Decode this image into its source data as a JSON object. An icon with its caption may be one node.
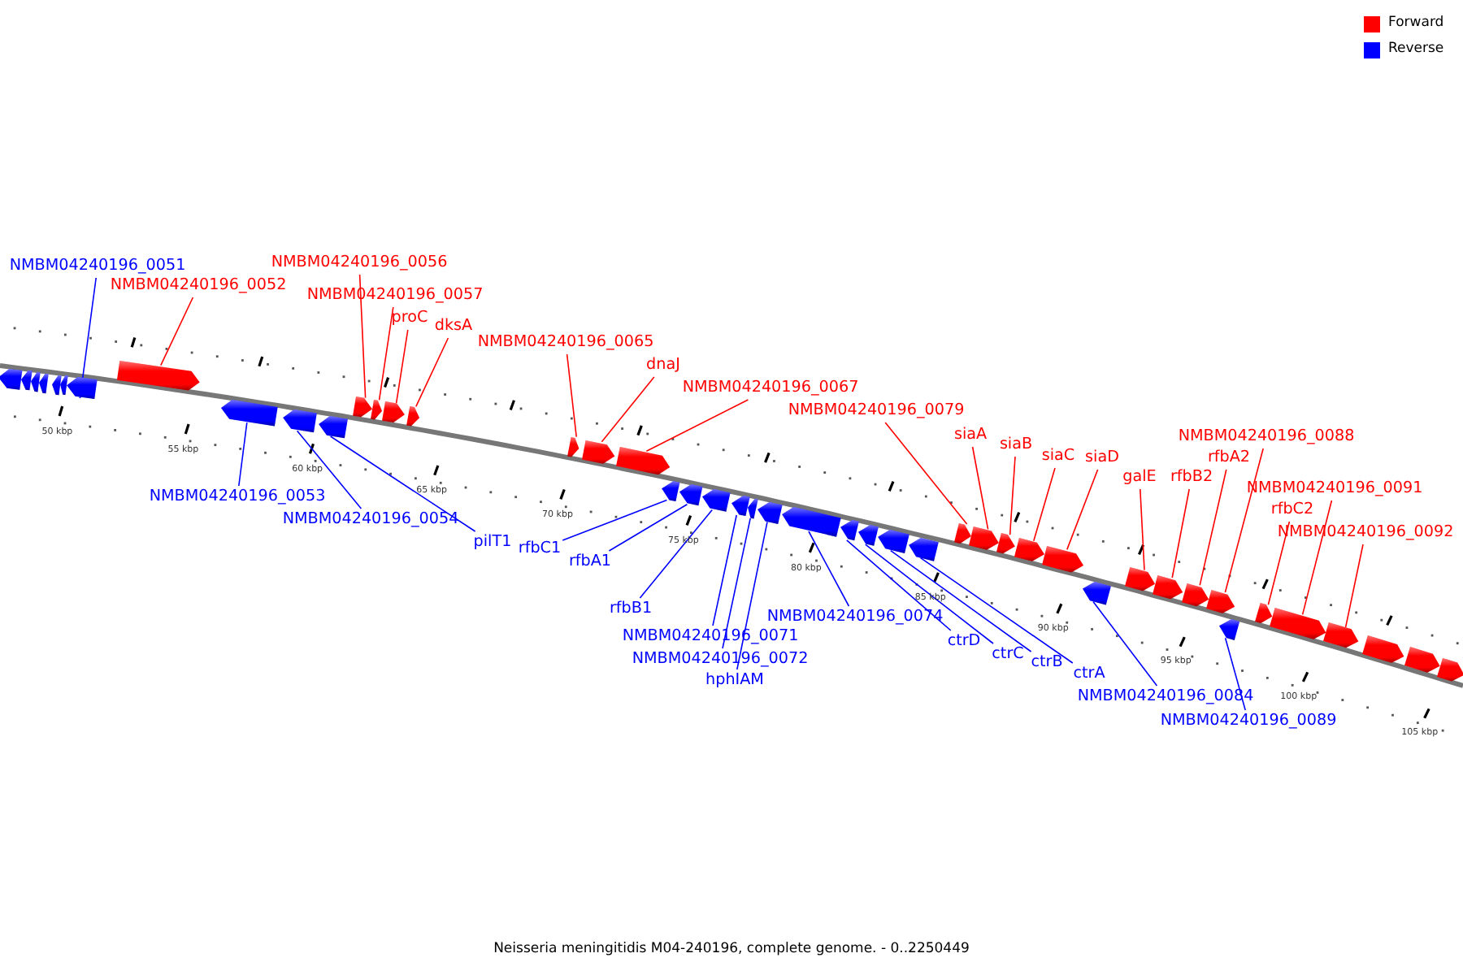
{
  "diagram": {
    "caption": "Neisseria meningitidis M04-240196, complete genome. - 0..2250449",
    "nodes": [
      {
        "text": [
          "NMBM04240196_0051"
        ]
      },
      {
        "text": [],
        "shape": "arrow"
      },
      {
        "text": [
          "NMBM04240196_0052"
        ]
      },
      {
        "text": [],
        "shape": "arrow"
      },
      {
        "text": [
          "NMBM04240196_0053"
        ]
      },
      {
        "text": [],
        "shape": "arrow"
      },
      {
        "text": [
          "NMBM04240196_0054"
        ]
      },
      {
        "text": [],
        "shape": "arrow"
      },
      {
        "text": [
          "pilT1"
        ]
      },
      {
        "text": [],
        "shape": "arrow"
      },
      {
        "text": [
          "NMBM04240196_0056"
        ]
      },
      {
        "text": [],
        "shape": "arrow"
      },
      {
        "text": [
          "NMBM04240196_0057"
        ]
      },
      {
        "text": [],
        "shape": "arrow"
      },
      {
        "text": [
          "proC"
        ]
      },
      {
        "text": [],
        "shape": "arrow"
      },
      {
        "text": [
          "dksA"
        ]
      },
      {
        "text": [],
        "shape": "arrow"
      },
      {
        "text": [
          "NMBM04240196_0065"
        ]
      },
      {
        "text": [],
        "shape": "arrow"
      },
      {
        "text": [
          "dnaJ"
        ]
      },
      {
        "text": [],
        "shape": "arrow"
      },
      {
        "text": [
          "NMBM04240196_0067"
        ]
      },
      {
        "text": [],
        "shape": "arrow"
      },
      {
        "text": [
          "rfbC1"
        ]
      },
      {
        "text": [],
        "shape": "arrow"
      },
      {
        "text": [
          "rfbA1"
        ]
      },
      {
        "text": [],
        "shape": "arrow"
      },
      {
        "text": [
          "rfbB1"
        ]
      },
      {
        "text": [],
        "shape": "arrow"
      },
      {
        "text": [
          "NMBM04240196_0071"
        ]
      },
      {
        "text": [],
        "shape": "arrow"
      },
      {
        "text": [
          "NMBM04240196_0072"
        ]
      },
      {
        "text": [],
        "shape": "arrow"
      },
      {
        "text": [
          "hphIAM"
        ]
      },
      {
        "text": [],
        "shape": "arrow"
      },
      {
        "text": [
          "NMBM04240196_0074"
        ]
      },
      {
        "text": [],
        "shape": "arrow"
      },
      {
        "text": [
          "ctrD"
        ]
      },
      {
        "text": [],
        "shape": "arrow"
      },
      {
        "text": [
          "ctrC"
        ]
      },
      {
        "text": [],
        "shape": "arrow"
      },
      {
        "text": [
          "ctrB"
        ]
      },
      {
        "text": [],
        "shape": "arrow"
      },
      {
        "text": [
          "ctrA"
        ]
      },
      {
        "text": [],
        "shape": "arrow"
      },
      {
        "text": [
          "NMBM04240196_0079"
        ]
      },
      {
        "text": [],
        "shape": "arrow"
      },
      {
        "text": [
          "siaA"
        ]
      },
      {
        "text": [],
        "shape": "arrow"
      },
      {
        "text": [
          "siaB"
        ]
      },
      {
        "text": [],
        "shape": "arrow"
      },
      {
        "text": [
          "siaC"
        ]
      },
      {
        "text": [],
        "shape": "arrow"
      },
      {
        "text": [
          "siaD"
        ]
      },
      {
        "text": [],
        "shape": "arrow"
      },
      {
        "text": [
          "NMBM04240196_0084"
        ]
      },
      {
        "text": [],
        "shape": "arrow"
      },
      {
        "text": [
          "galE"
        ]
      },
      {
        "text": [],
        "shape": "arrow"
      },
      {
        "text": [
          "rfbB2"
        ]
      },
      {
        "text": [],
        "shape": "arrow"
      },
      {
        "text": [
          "rfbA2"
        ]
      },
      {
        "text": [],
        "shape": "arrow"
      },
      {
        "text": [
          "NMBM04240196_0088"
        ]
      },
      {
        "text": [],
        "shape": "arrow"
      },
      {
        "text": [
          "NMBM04240196_0089"
        ]
      },
      {
        "text": [],
        "shape": "arrow"
      },
      {
        "text": [
          "rfbC2"
        ]
      },
      {
        "text": [],
        "shape": "arrow"
      },
      {
        "text": [
          "NMBM04240196_0091"
        ]
      },
      {
        "text": [],
        "shape": "arrow"
      },
      {
        "text": [
          "NMBM04240196_0092"
        ]
      },
      {
        "text": [],
        "shape": "arrow"
      },
      {
        "text": [],
        "shape": "arrow"
      },
      {
        "text": [],
        "shape": "arrow"
      },
      {
        "text": [],
        "shape": "arrow"
      },
      {
        "text": [],
        "shape": "arrow"
      },
      {
        "text": [],
        "shape": "arrow"
      },
      {
        "text": [],
        "shape": "arrow"
      },
      {
        "text": [],
        "shape": "arrow"
      },
      {
        "text": [],
        "shape": "arrow"
      },
      {
        "text": [],
        "shape": "arrow"
      }
    ],
    "edges": [
      {
        "from": 0,
        "to": 1,
        "arrow": "none",
        "color": "#0000ff"
      },
      {
        "from": 2,
        "to": 3,
        "arrow": "none",
        "color": "#ff0000"
      },
      {
        "from": 4,
        "to": 5,
        "arrow": "none",
        "color": "#0000ff"
      },
      {
        "from": 6,
        "to": 7,
        "arrow": "none",
        "color": "#0000ff"
      },
      {
        "from": 8,
        "to": 9,
        "arrow": "none",
        "color": "#0000ff"
      },
      {
        "from": 10,
        "to": 11,
        "arrow": "none",
        "color": "#ff0000"
      },
      {
        "from": 12,
        "to": 13,
        "arrow": "none",
        "color": "#ff0000"
      },
      {
        "from": 14,
        "to": 15,
        "arrow": "none",
        "color": "#ff0000"
      },
      {
        "from": 16,
        "to": 17,
        "arrow": "none",
        "color": "#ff0000"
      },
      {
        "from": 18,
        "to": 19,
        "arrow": "none",
        "color": "#ff0000"
      },
      {
        "from": 20,
        "to": 21,
        "arrow": "none",
        "color": "#ff0000"
      },
      {
        "from": 22,
        "to": 23,
        "arrow": "none",
        "color": "#ff0000"
      },
      {
        "from": 24,
        "to": 25,
        "arrow": "none",
        "color": "#0000ff"
      },
      {
        "from": 26,
        "to": 27,
        "arrow": "none",
        "color": "#0000ff"
      },
      {
        "from": 28,
        "to": 29,
        "arrow": "none",
        "color": "#0000ff"
      },
      {
        "from": 30,
        "to": 31,
        "arrow": "none",
        "color": "#0000ff"
      },
      {
        "from": 32,
        "to": 33,
        "arrow": "none",
        "color": "#0000ff"
      },
      {
        "from": 34,
        "to": 35,
        "arrow": "none",
        "color": "#0000ff"
      },
      {
        "from": 36,
        "to": 37,
        "arrow": "none",
        "color": "#0000ff"
      },
      {
        "from": 38,
        "to": 39,
        "arrow": "none",
        "color": "#0000ff"
      },
      {
        "from": 40,
        "to": 41,
        "arrow": "none",
        "color": "#0000ff"
      },
      {
        "from": 42,
        "to": 43,
        "arrow": "none",
        "color": "#0000ff"
      },
      {
        "from": 44,
        "to": 45,
        "arrow": "none",
        "color": "#0000ff"
      },
      {
        "from": 46,
        "to": 47,
        "arrow": "none",
        "color": "#ff0000"
      },
      {
        "from": 48,
        "to": 49,
        "arrow": "none",
        "color": "#ff0000"
      },
      {
        "from": 50,
        "to": 51,
        "arrow": "none",
        "color": "#ff0000"
      },
      {
        "from": 52,
        "to": 53,
        "arrow": "none",
        "color": "#ff0000"
      },
      {
        "from": 54,
        "to": 55,
        "arrow": "none",
        "color": "#ff0000"
      },
      {
        "from": 56,
        "to": 57,
        "arrow": "none",
        "color": "#0000ff"
      },
      {
        "from": 58,
        "to": 59,
        "arrow": "none",
        "color": "#ff0000"
      },
      {
        "from": 60,
        "to": 61,
        "arrow": "none",
        "color": "#ff0000"
      },
      {
        "from": 62,
        "to": 63,
        "arrow": "none",
        "color": "#ff0000"
      },
      {
        "from": 64,
        "to": 65,
        "arrow": "none",
        "color": "#ff0000"
      },
      {
        "from": 66,
        "to": 67,
        "arrow": "none",
        "color": "#0000ff"
      },
      {
        "from": 68,
        "to": 69,
        "arrow": "none",
        "color": "#ff0000"
      },
      {
        "from": 70,
        "to": 71,
        "arrow": "none",
        "color": "#ff0000"
      },
      {
        "from": 72,
        "to": 73,
        "arrow": "none",
        "color": "#ff0000"
      }
    ],
    "labels": [
      "50 kbp",
      "55 kbp",
      "60 kbp",
      "65 kbp",
      "70 kbp",
      "75 kbp",
      "80 kbp",
      "85 kbp",
      "90 kbp",
      "95 kbp",
      "100 kbp",
      "105 kbp"
    ],
    "legend": [
      {
        "text": "Forward",
        "color": "#ff0000"
      },
      {
        "text": "Reverse",
        "color": "#0000ff"
      }
    ]
  }
}
